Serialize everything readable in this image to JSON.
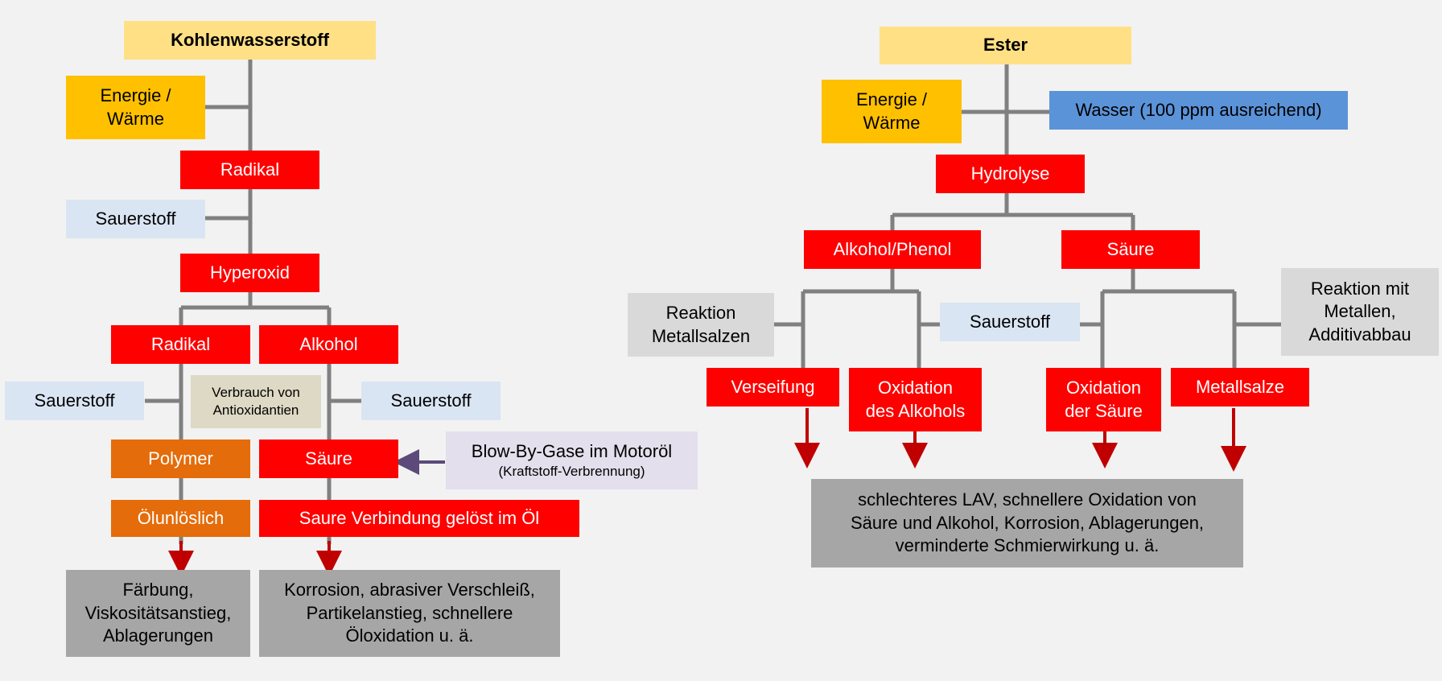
{
  "left": {
    "kohlenwasserstoff": "Kohlenwasserstoff",
    "energie": "Energie /\nWärme",
    "radikal1": "Radikal",
    "sauerstoff1": "Sauerstoff",
    "hyperoxid": "Hyperoxid",
    "radikal2": "Radikal",
    "alkohol": "Alkohol",
    "sauerstoff2": "Sauerstoff",
    "antioxidantien": "Verbrauch von\nAntioxidantien",
    "sauerstoff3": "Sauerstoff",
    "polymer": "Polymer",
    "saeure": "Säure",
    "blowby_main": "Blow-By-Gase im Motoröl",
    "blowby_sub": "(Kraftstoff-Verbrennung)",
    "oelunloeslich": "Ölunlöslich",
    "saure_verbindung": "Saure Verbindung gelöst im Öl",
    "result1": "Färbung,\nViskositätsanstieg,\nAblagerungen",
    "result2": "Korrosion, abrasiver Verschleiß,\nPartikelanstieg, schnellere\nÖloxidation u. ä."
  },
  "right": {
    "ester": "Ester",
    "energie": "Energie /\nWärme",
    "wasser": "Wasser (100 ppm ausreichend)",
    "hydrolyse": "Hydrolyse",
    "alkohol_phenol": "Alkohol/Phenol",
    "saeure": "Säure",
    "reaktion_metallsalzen": "Reaktion\nMetallsalzen",
    "sauerstoff": "Sauerstoff",
    "reaktion_metallen": "Reaktion mit\nMetallen,\nAdditivabbau",
    "verseifung": "Verseifung",
    "oxidation_alkohol": "Oxidation\ndes Alkohols",
    "oxidation_saeure": "Oxidation\nder Säure",
    "metallsalze": "Metallsalze",
    "result": "schlechteres LAV, schnellere Oxidation von\nSäure und Alkohol, Korrosion, Ablagerungen,\nverminderte Schmierwirkung u. ä."
  },
  "colors": {
    "connector": "#808080",
    "arrow_red": "#c00000",
    "arrow_purple": "#5b4a7a"
  }
}
